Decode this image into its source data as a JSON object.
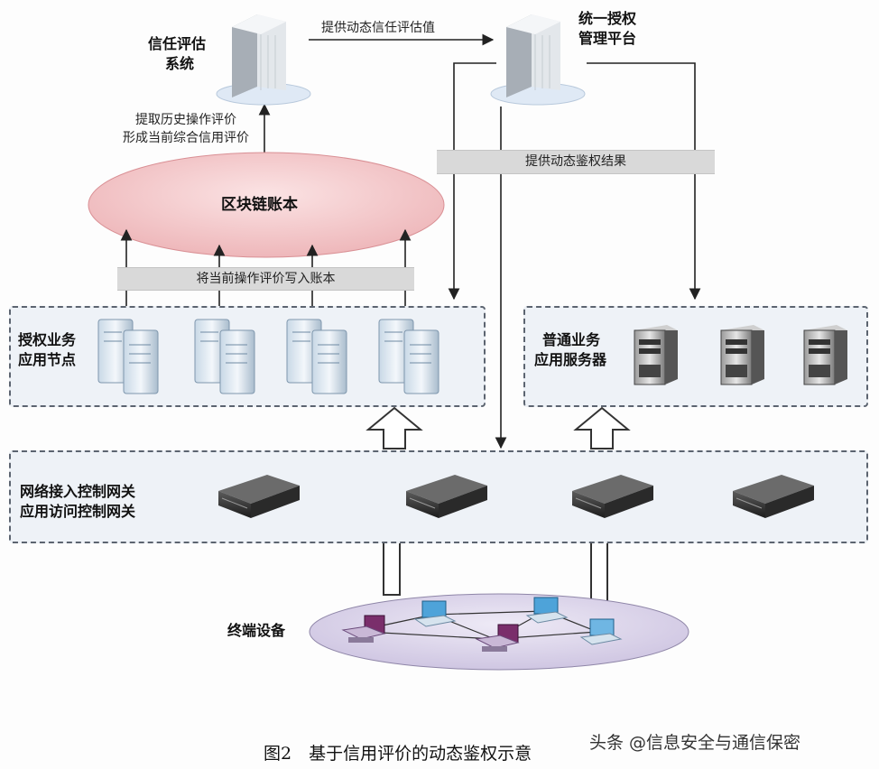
{
  "top": {
    "trust_system": [
      "信任评估",
      "系统"
    ],
    "auth_platform": [
      "统一授权",
      "管理平台"
    ],
    "provide_trust_value": "提供动态信任评估值",
    "extract_history": [
      "提取历史操作评价",
      "形成当前综合信用评价"
    ],
    "provide_auth_result": "提供动态鉴权结果"
  },
  "ledger": {
    "title": "区块链账本",
    "write_bar": "将当前操作评价写入账本"
  },
  "zones": {
    "auth_nodes": [
      "授权业务",
      "应用节点"
    ],
    "normal_servers": [
      "普通业务",
      "应用服务器"
    ],
    "gateway": [
      "网络接入控制网关",
      "应用访问控制网关"
    ],
    "terminals": "终端设备"
  },
  "caption": "图2　基于信用评价的动态鉴权示意",
  "watermark": "头条 @信息安全与通信保密",
  "colors": {
    "ellipse_pink": "#f2c4c6",
    "ellipse_purple": "#d9d2ea",
    "zone_fill": "#eef2f7",
    "bar_gray": "#d9d9d9"
  }
}
